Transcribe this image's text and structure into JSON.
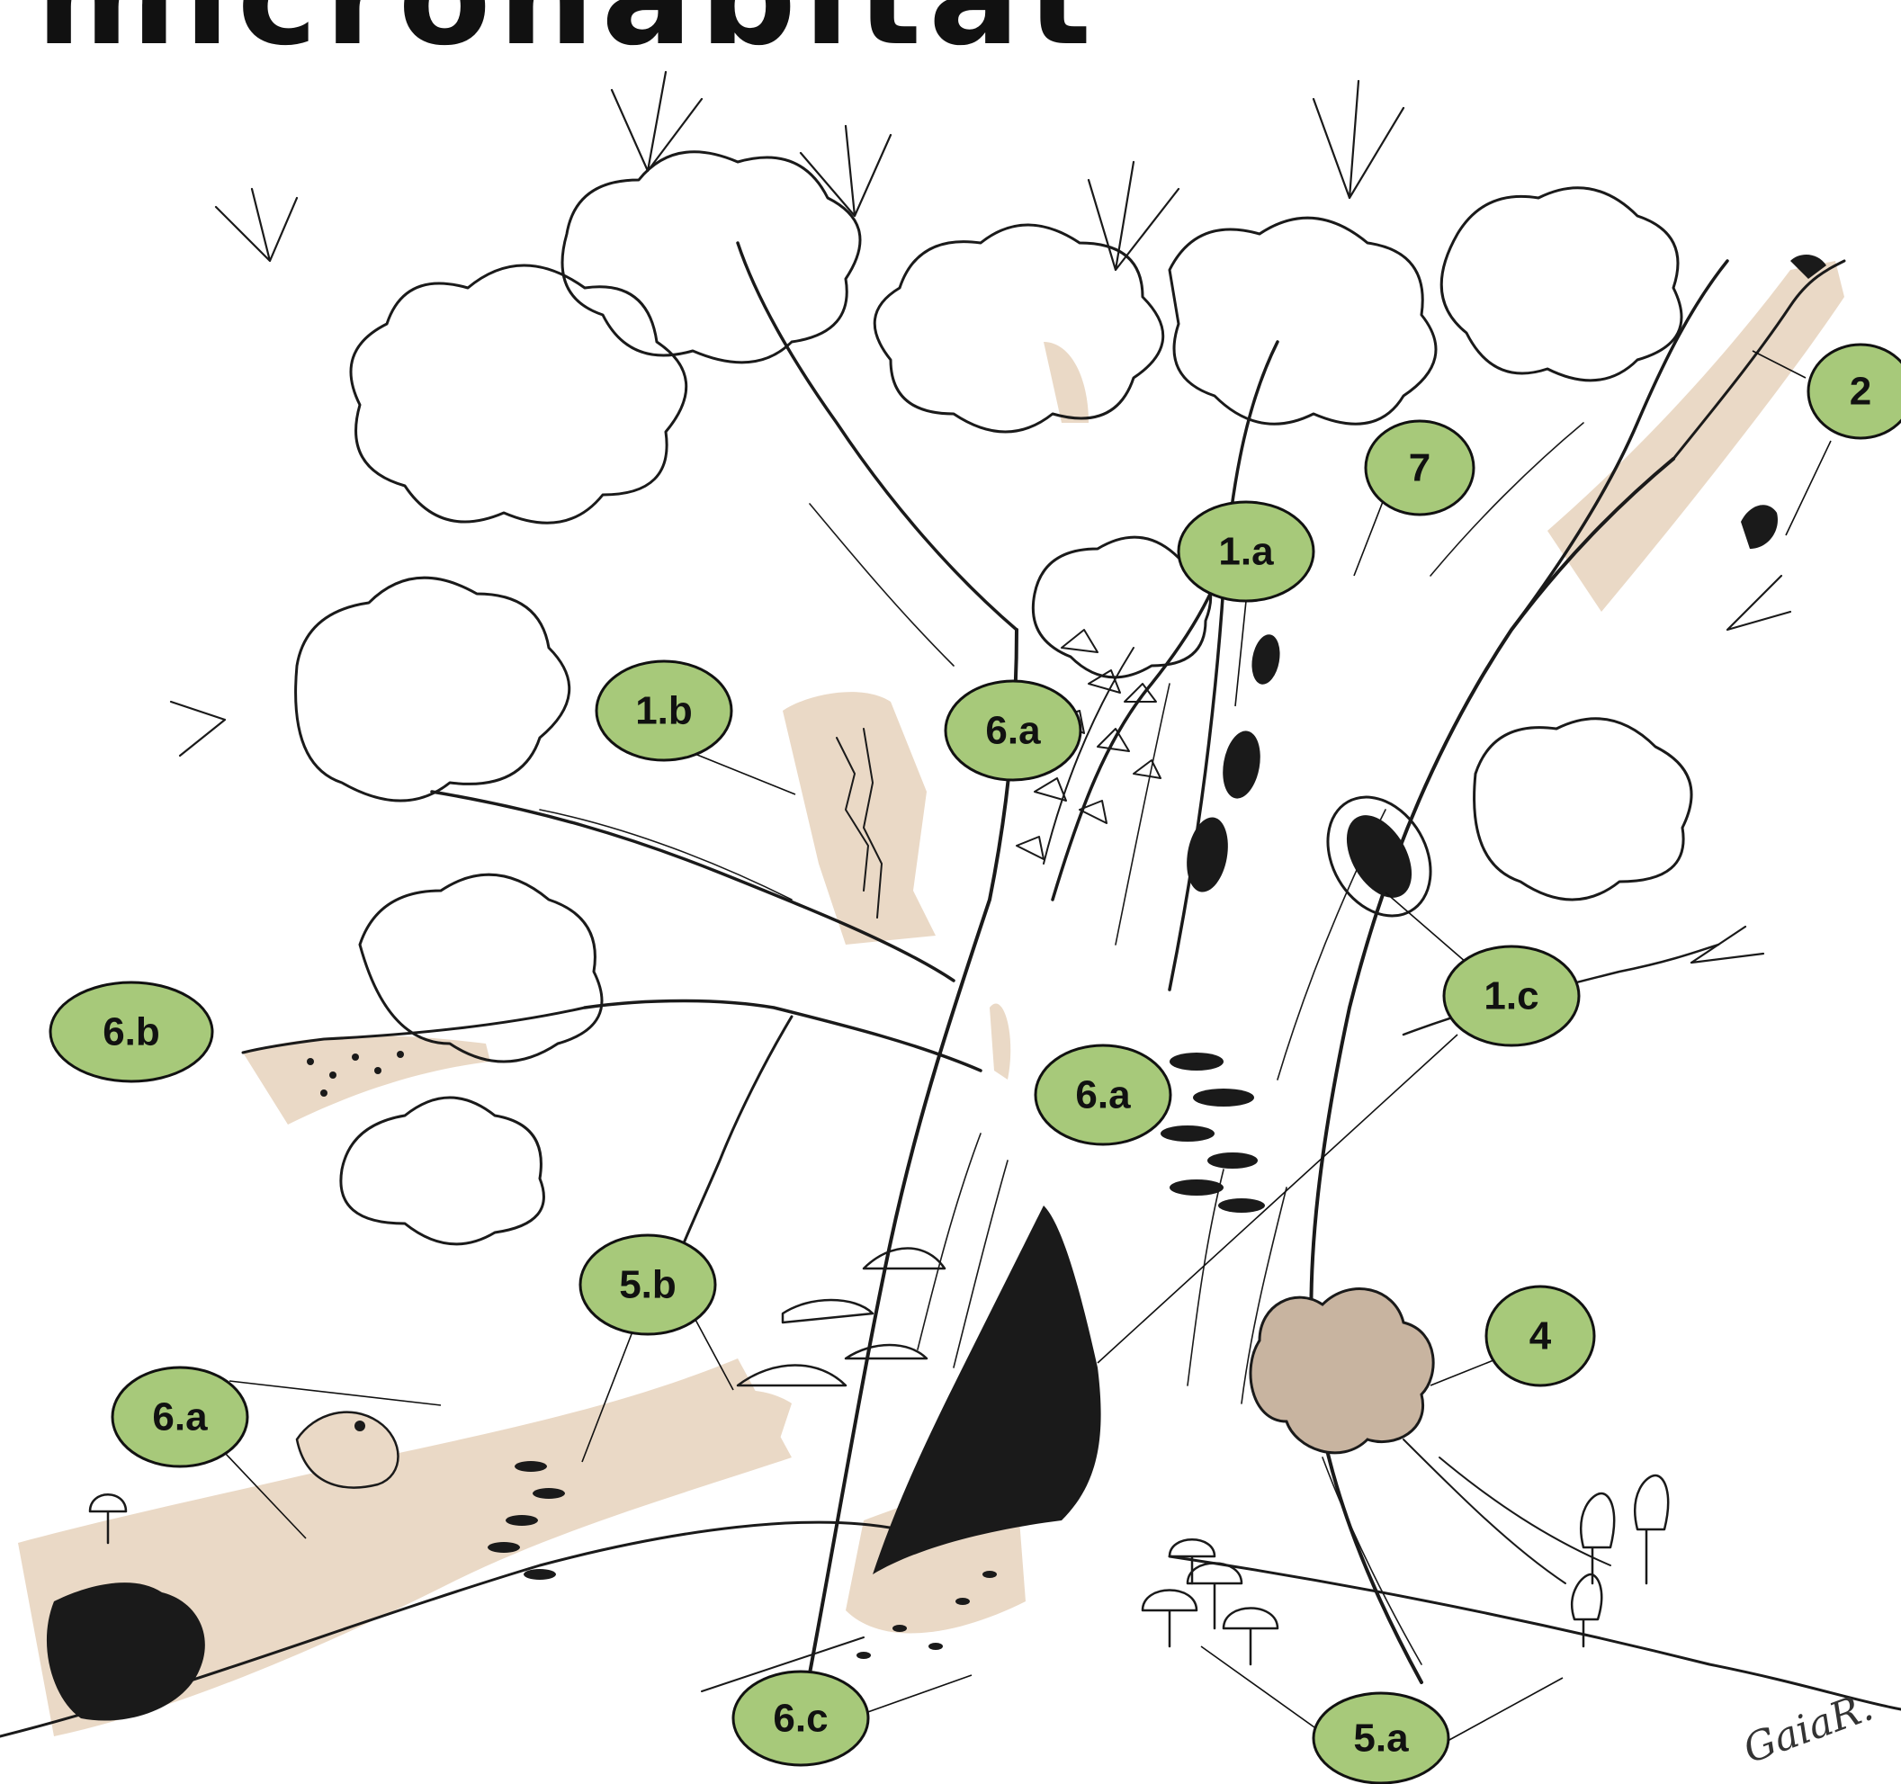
{
  "title": "microhabitat",
  "signature": "GaiaR.",
  "colors": {
    "badge_fill": "#a7c97a",
    "badge_stroke": "#111111",
    "wood_tint": "#ead9c6",
    "ink": "#1a1a1a"
  },
  "labels": [
    {
      "id": "2",
      "text": "2"
    },
    {
      "id": "7",
      "text": "7"
    },
    {
      "id": "1a",
      "text": "1.a"
    },
    {
      "id": "1b",
      "text": "1.b"
    },
    {
      "id": "6a-top",
      "text": "6.a"
    },
    {
      "id": "1c",
      "text": "1.c"
    },
    {
      "id": "6b",
      "text": "6.b"
    },
    {
      "id": "6a-mid",
      "text": "6.a"
    },
    {
      "id": "5b",
      "text": "5.b"
    },
    {
      "id": "4",
      "text": "4"
    },
    {
      "id": "6a-low",
      "text": "6.a"
    },
    {
      "id": "6c",
      "text": "6.c"
    },
    {
      "id": "5a",
      "text": "5.a"
    }
  ]
}
